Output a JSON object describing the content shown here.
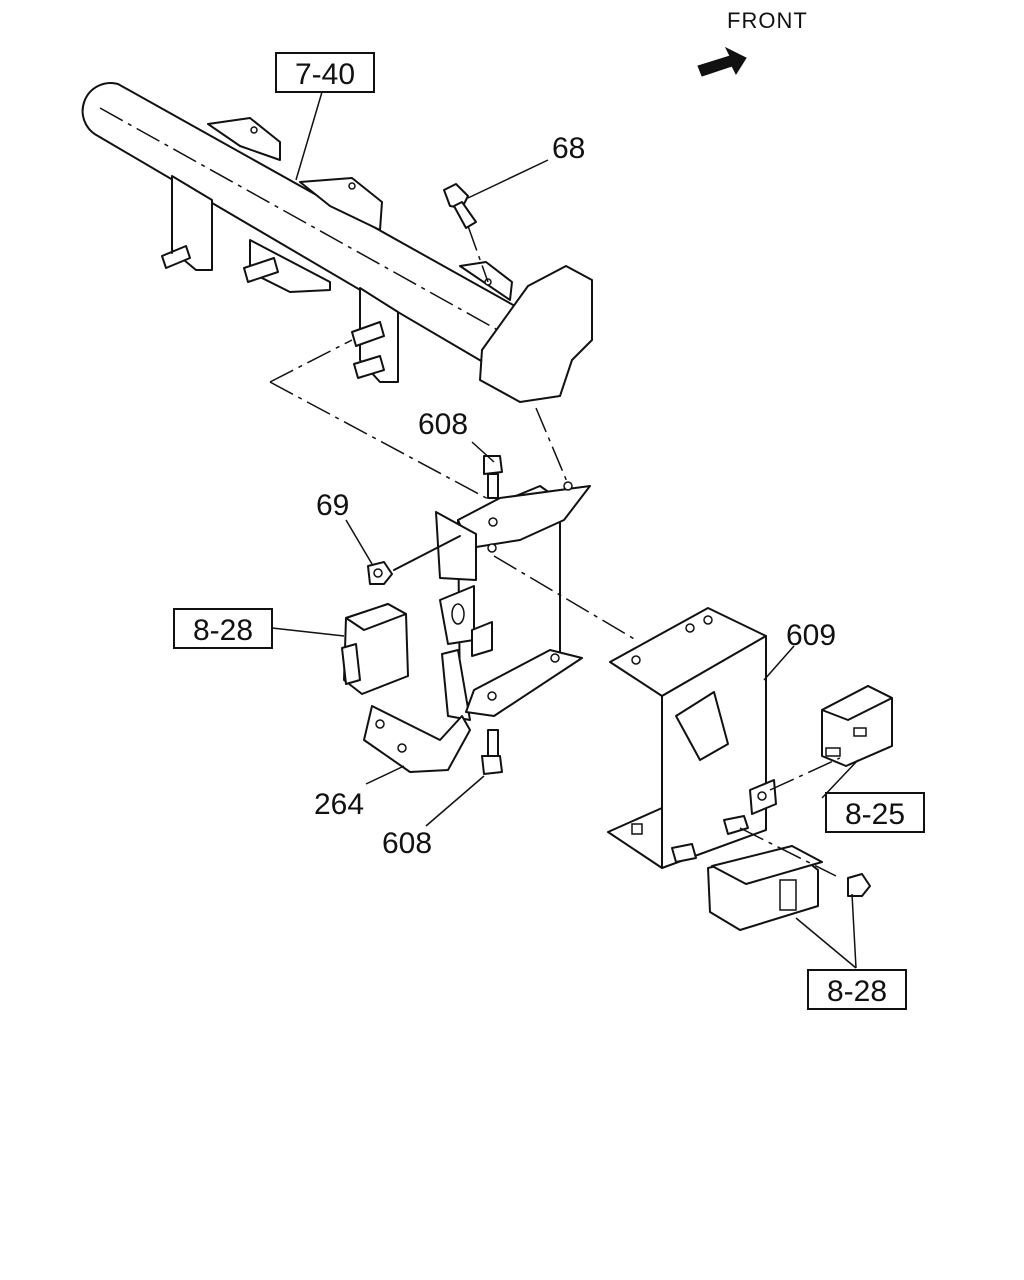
{
  "front_label": "FRONT",
  "ref_boxes": {
    "ref_7_40": "7-40",
    "ref_8_28_left": "8-28",
    "ref_8_25": "8-25",
    "ref_8_28_bottom": "8-28"
  },
  "part_numbers": {
    "p68": "68",
    "p608_top": "608",
    "p69": "69",
    "p609": "609",
    "p264": "264",
    "p608_bottom": "608"
  }
}
